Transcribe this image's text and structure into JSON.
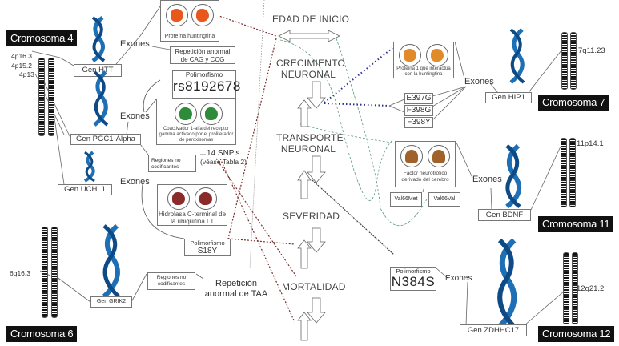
{
  "center": {
    "stages": [
      "EDAD DE INICIO",
      "CRECIMIENTO NEURONAL",
      "TRANSPORTE NEURONAL",
      "SEVERIDAD",
      "MORTALIDAD"
    ]
  },
  "chromosomes": {
    "c4": {
      "title": "Cromosoma 4",
      "bands": [
        "4p16.3",
        "4p15.2",
        "4p13"
      ]
    },
    "c6": {
      "title": "Cromosoma 6",
      "bands": [
        "6q16.3"
      ]
    },
    "c7": {
      "title": "Cromosoma 7",
      "bands": [
        "7q11.23"
      ]
    },
    "c11": {
      "title": "Cromosoma 11",
      "bands": [
        "11p14.1"
      ]
    },
    "c12": {
      "title": "Cromosoma 12",
      "bands": [
        "12q21.2"
      ]
    }
  },
  "genes": {
    "htt": {
      "name": "Gen HTT",
      "exons": "Exones",
      "protein": "Proteína huntingtina",
      "repeat": "Repetición anormal de CAG y CCG",
      "protein_color": "#e8581c"
    },
    "pgc1": {
      "name": "Gen PGC1-Alpha",
      "exons": "Exones",
      "poly_label": "Polimorfismo",
      "poly_value": "rs8192678",
      "protein": "Coactivador 1-alfa del receptor gamma activado por el proliferador de peroxisomas",
      "noncoding": "Regiones no codificantes",
      "snps": "14 SNP's",
      "snps_note": "(véase Tabla 2)",
      "protein_color": "#2e8b3a"
    },
    "uchl1": {
      "name": "Gen UCHL1",
      "exons": "Exones",
      "protein": "Hidrolasa C-terminal de la ubiquitina L1",
      "poly_label": "Polimorfismo",
      "poly_value": "S18Y",
      "protein_color": "#8b2a2a"
    },
    "grik2": {
      "name": "Gen GRIK2",
      "noncoding": "Regiones no codificantes",
      "repeat": "Repetición anormal de TAA"
    },
    "hip1": {
      "name": "Gen HIP1",
      "exons": "Exones",
      "protein": "Proteína 1 que interactúa con la huntingtina",
      "variants": [
        "E397G",
        "F398G",
        "F398Y"
      ],
      "protein_color": "#e08a2a"
    },
    "bdnf": {
      "name": "Gen BDNF",
      "exons": "Exones",
      "protein": "Factor neurotrófico derivado del cerebro",
      "variants": [
        "Val66Met",
        "Val66Val"
      ],
      "protein_color": "#a0622a"
    },
    "zdhhc17": {
      "name": "Gen ZDHHC17",
      "exons": "Exones",
      "poly_label": "Polimorfismo",
      "poly_value": "N384S"
    }
  },
  "colors": {
    "dna": "#1f6fb5",
    "dna_dark": "#0e4a86",
    "title_bg": "#111111",
    "dot_blue": "#2a2f8a",
    "dot_green": "#5a9a7a"
  }
}
